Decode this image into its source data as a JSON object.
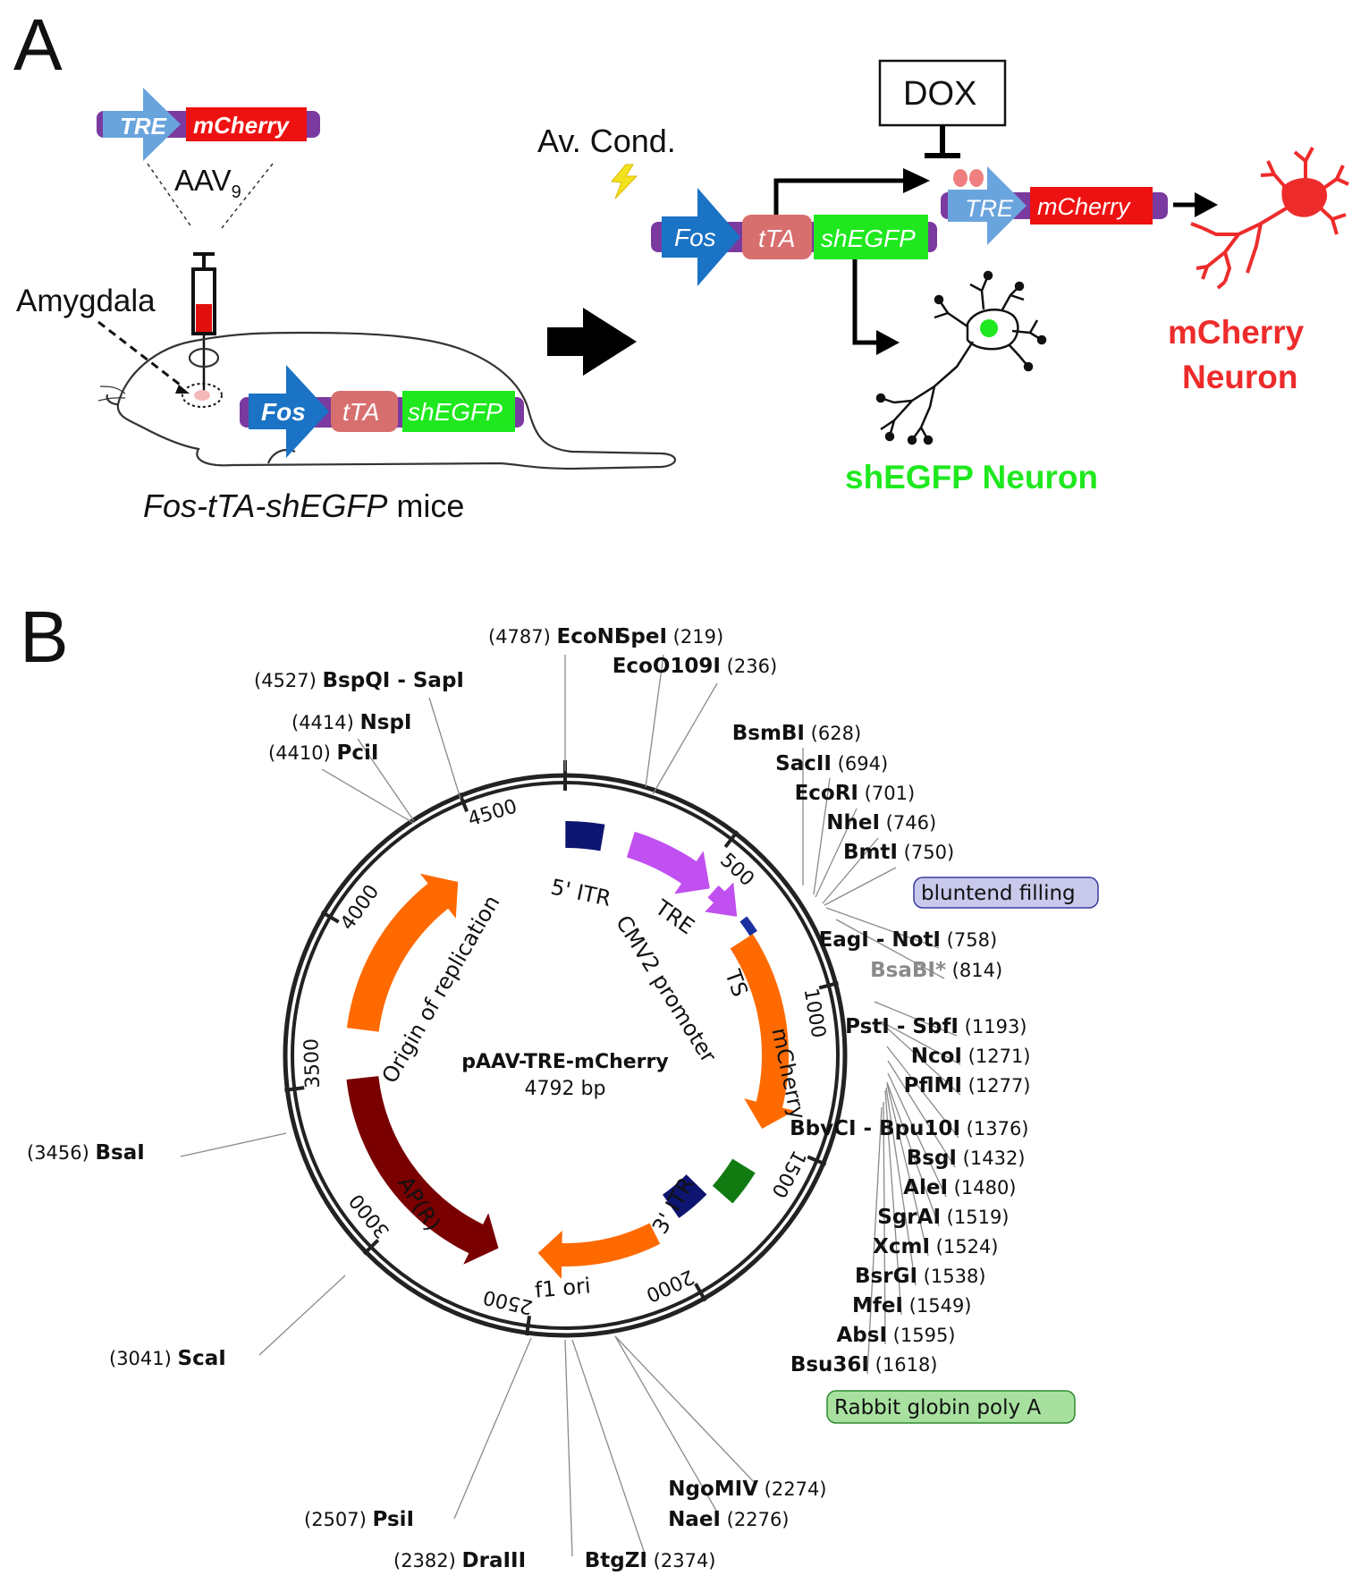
{
  "panels": {
    "a": "A",
    "b": "B"
  },
  "panel_a": {
    "aav_construct": {
      "promoter": "TRE",
      "gene": "mCherry"
    },
    "aav_label_main": "AAV",
    "aav_label_sub": "9",
    "region_label": "Amygdala",
    "mouse_construct": {
      "promoter": "Fos",
      "middle": "tTA",
      "reporter": "shEGFP"
    },
    "mouse_caption": "Fos-tTA-shEGFP mice",
    "stimulus_label": "Av. Cond.",
    "drug_label": "DOX",
    "circuit_construct": {
      "promoter": "Fos",
      "middle": "tTA",
      "reporter": "shEGFP"
    },
    "response_construct": {
      "promoter": "TRE",
      "gene": "mCherry"
    },
    "neuron_green_label": "shEGFP Neuron",
    "neuron_red_line1": "mCherry",
    "neuron_red_line2": "Neuron",
    "colors": {
      "green": "#1fe81f",
      "red": "#ee2b2b",
      "promoter_blue": "#1a73c4",
      "tre_blue": "#6aa4dd",
      "tta_pink": "#d86f6f",
      "backbone_purple": "#7b3aa0"
    }
  },
  "plasmid": {
    "name": "pAAV-TRE-mCherry",
    "size": "4792 bp",
    "total_bp": 4792,
    "ticks": [
      {
        "bp": 500,
        "label": "500"
      },
      {
        "bp": 1000,
        "label": "1000"
      },
      {
        "bp": 1500,
        "label": "1500"
      },
      {
        "bp": 2000,
        "label": "2000"
      },
      {
        "bp": 2500,
        "label": "2500"
      },
      {
        "bp": 3000,
        "label": "3000"
      },
      {
        "bp": 3500,
        "label": "3500"
      },
      {
        "bp": 4000,
        "label": "4000"
      },
      {
        "bp": 4500,
        "label": "4500"
      }
    ],
    "features": [
      {
        "name": "5' ITR",
        "start": 1,
        "end": 130,
        "shape": "box",
        "color": "#0d1570"
      },
      {
        "name": "TRE",
        "start": 230,
        "end": 545,
        "shape": "arrow",
        "color": "#c050f0"
      },
      {
        "name": "CMV2 promoter",
        "start": 560,
        "end": 680,
        "shape": "arrow",
        "color": "#c050f0"
      },
      {
        "name": "TS",
        "start": 700,
        "end": 760,
        "shape": "box",
        "color": "#1a2fa0"
      },
      {
        "name": "mCherry",
        "start": 760,
        "end": 1470,
        "shape": "arrow",
        "color": "#ff6a00"
      },
      {
        "name": "Rabbit globin poly A",
        "start": 1620,
        "end": 1750,
        "shape": "box",
        "color": "#117a11"
      },
      {
        "name": "3' ITR",
        "start": 1790,
        "end": 1930,
        "shape": "box",
        "color": "#0d1570"
      },
      {
        "name": "f1 ori",
        "start": 2040,
        "end": 2500,
        "shape": "arrow",
        "color": "#ff6a00"
      },
      {
        "name": "AP(R)",
        "start": 2650,
        "end": 3510,
        "shape": "arrow-reverse",
        "color": "#7a0000"
      },
      {
        "name": "Origin of replication",
        "start": 3690,
        "end": 4370,
        "shape": "arrow",
        "color": "#ff6a00"
      }
    ],
    "sites": [
      {
        "name": "EcoNI",
        "pos": "4787"
      },
      {
        "name": "SpeI",
        "pos": "219"
      },
      {
        "name": "EcoO109I",
        "pos": "236"
      },
      {
        "name": "BspQI - SapI",
        "pos": "4527"
      },
      {
        "name": "NspI",
        "pos": "4414"
      },
      {
        "name": "PciI",
        "pos": "4410"
      },
      {
        "name": "BsmBI",
        "pos": "628"
      },
      {
        "name": "SacII",
        "pos": "694"
      },
      {
        "name": "EcoRI",
        "pos": "701"
      },
      {
        "name": "NheI",
        "pos": "746"
      },
      {
        "name": "BmtI",
        "pos": "750"
      },
      {
        "name": "EagI - NotI",
        "pos": "758"
      },
      {
        "name": "BsaBI*",
        "pos": "814"
      },
      {
        "name": "PstI - SbfI",
        "pos": "1193"
      },
      {
        "name": "NcoI",
        "pos": "1271"
      },
      {
        "name": "PflMI",
        "pos": "1277"
      },
      {
        "name": "BbvCI - Bpu10I",
        "pos": "1376"
      },
      {
        "name": "BsgI",
        "pos": "1432"
      },
      {
        "name": "AleI",
        "pos": "1480"
      },
      {
        "name": "SgrAI",
        "pos": "1519"
      },
      {
        "name": "XcmI",
        "pos": "1524"
      },
      {
        "name": "BsrGI",
        "pos": "1538"
      },
      {
        "name": "MfeI",
        "pos": "1549"
      },
      {
        "name": "AbsI",
        "pos": "1595"
      },
      {
        "name": "Bsu36I",
        "pos": "1618"
      },
      {
        "name": "BsaI",
        "pos": "3456"
      },
      {
        "name": "ScaI",
        "pos": "3041"
      },
      {
        "name": "PsiI",
        "pos": "2507"
      },
      {
        "name": "DraIII",
        "pos": "2382"
      },
      {
        "name": "BtgZI",
        "pos": "2374"
      },
      {
        "name": "NgoMIV",
        "pos": "2274"
      },
      {
        "name": "NaeI",
        "pos": "2276"
      }
    ],
    "boxed_labels": {
      "bluntend": "bluntend filling",
      "polya": "Rabbit globin poly A"
    }
  }
}
